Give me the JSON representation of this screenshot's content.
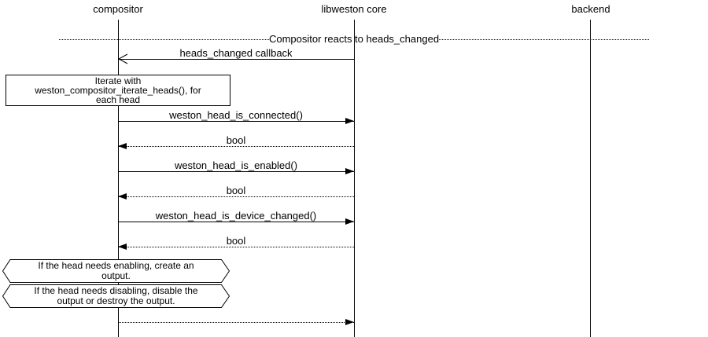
{
  "colors": {
    "line": "#000000",
    "background": "#ffffff",
    "text": "#000000"
  },
  "participants": [
    {
      "label": "compositor"
    },
    {
      "label": "libweston core"
    },
    {
      "label": "backend"
    }
  ],
  "divider": {
    "label": "Compositor reacts to heads_changed"
  },
  "messages": [
    {
      "label": "heads_changed callback",
      "from": "libweston core",
      "to": "compositor",
      "line": "solid",
      "arrow": "open"
    },
    {
      "label": "weston_head_is_connected()",
      "from": "compositor",
      "to": "libweston core",
      "line": "solid",
      "arrow": "filled"
    },
    {
      "label": "bool",
      "from": "libweston core",
      "to": "compositor",
      "line": "dotted",
      "arrow": "filled"
    },
    {
      "label": "weston_head_is_enabled()",
      "from": "compositor",
      "to": "libweston core",
      "line": "solid",
      "arrow": "filled"
    },
    {
      "label": "bool",
      "from": "libweston core",
      "to": "compositor",
      "line": "dotted",
      "arrow": "filled"
    },
    {
      "label": "weston_head_is_device_changed()",
      "from": "compositor",
      "to": "libweston core",
      "line": "solid",
      "arrow": "filled"
    },
    {
      "label": "bool",
      "from": "libweston core",
      "to": "compositor",
      "line": "dotted",
      "arrow": "filled"
    },
    {
      "label": "",
      "from": "compositor",
      "to": "libweston core",
      "line": "dotted",
      "arrow": "filled"
    }
  ],
  "note": {
    "lines": [
      "Iterate with",
      "weston_compositor_iterate_heads(), for",
      "each head"
    ]
  },
  "conditions": [
    {
      "lines": [
        "If the head needs enabling, create an",
        "output."
      ]
    },
    {
      "lines": [
        "If the head needs disabling, disable the",
        "output or destroy the output."
      ]
    }
  ]
}
